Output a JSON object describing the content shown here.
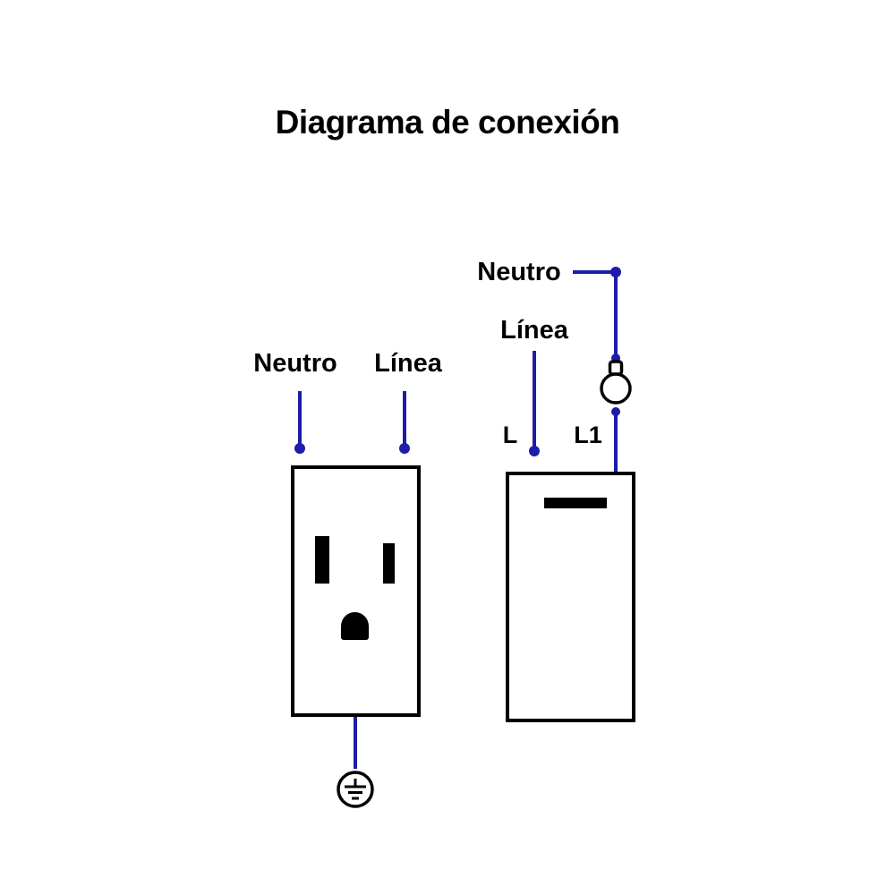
{
  "title": "Diagrama de conexión",
  "colors": {
    "wire": "#1d1da8",
    "ink": "#000000",
    "paper": "#ffffff"
  },
  "outlet": {
    "neutro_label": "Neutro",
    "linea_label": "Línea",
    "ground_icon": "ground-icon"
  },
  "switch": {
    "neutro_label": "Neutro",
    "linea_label": "Línea",
    "l_label": "L",
    "l1_label": "L1",
    "bulb_icon": "bulb-icon"
  }
}
